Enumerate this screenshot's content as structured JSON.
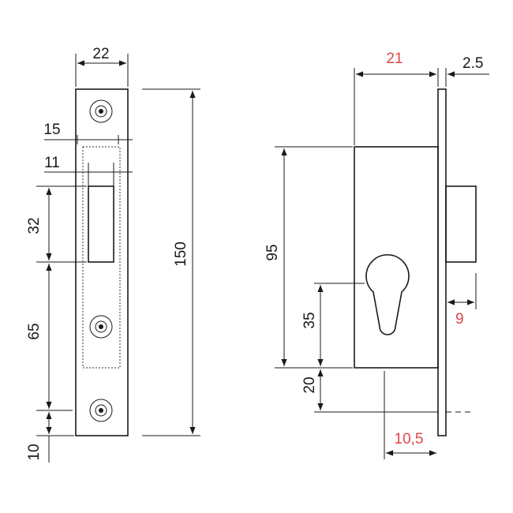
{
  "colors": {
    "line": "#1a1a1a",
    "highlight": "#e0454a",
    "background": "#ffffff"
  },
  "faceplate": {
    "dimensions": {
      "width": "22",
      "inner_width": "15",
      "slot_width": "11",
      "slot_height": "32",
      "hole_spacing": "65",
      "bottom_offset": "10",
      "total_height": "150"
    }
  },
  "side_view": {
    "dimensions": {
      "depth": "21",
      "plate_thickness": "2.5",
      "body_height": "95",
      "key_height": "35",
      "key_offset": "20",
      "bolt_projection": "9",
      "backset": "10,5"
    }
  }
}
